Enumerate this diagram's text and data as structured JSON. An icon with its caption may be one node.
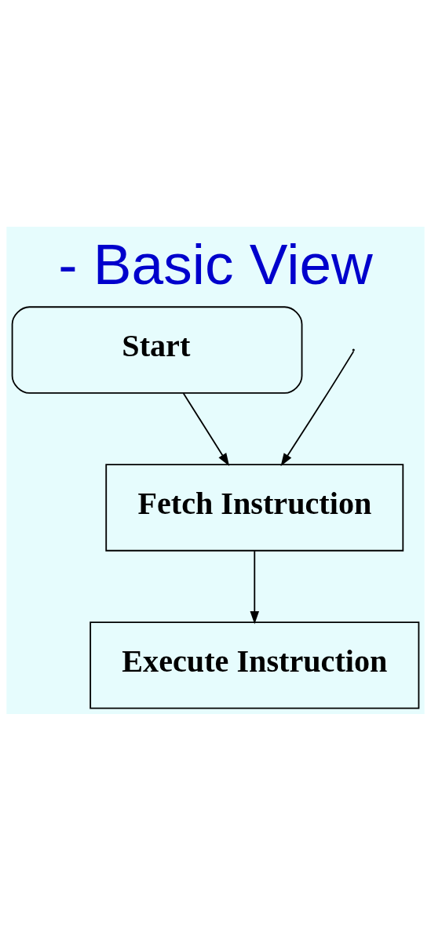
{
  "diagram": {
    "title": "- Basic View",
    "nodes": [
      {
        "text": [
          "Start"
        ]
      },
      {
        "text": [
          "Fetch Instruction"
        ]
      },
      {
        "text": [
          "Execute Instruction"
        ]
      }
    ],
    "edges": [
      {
        "from": 0,
        "to": 1,
        "arrow": "to"
      },
      {
        "from": null,
        "to": 1,
        "arrow": "to"
      },
      {
        "from": 1,
        "to": 2,
        "arrow": "to"
      }
    ]
  }
}
